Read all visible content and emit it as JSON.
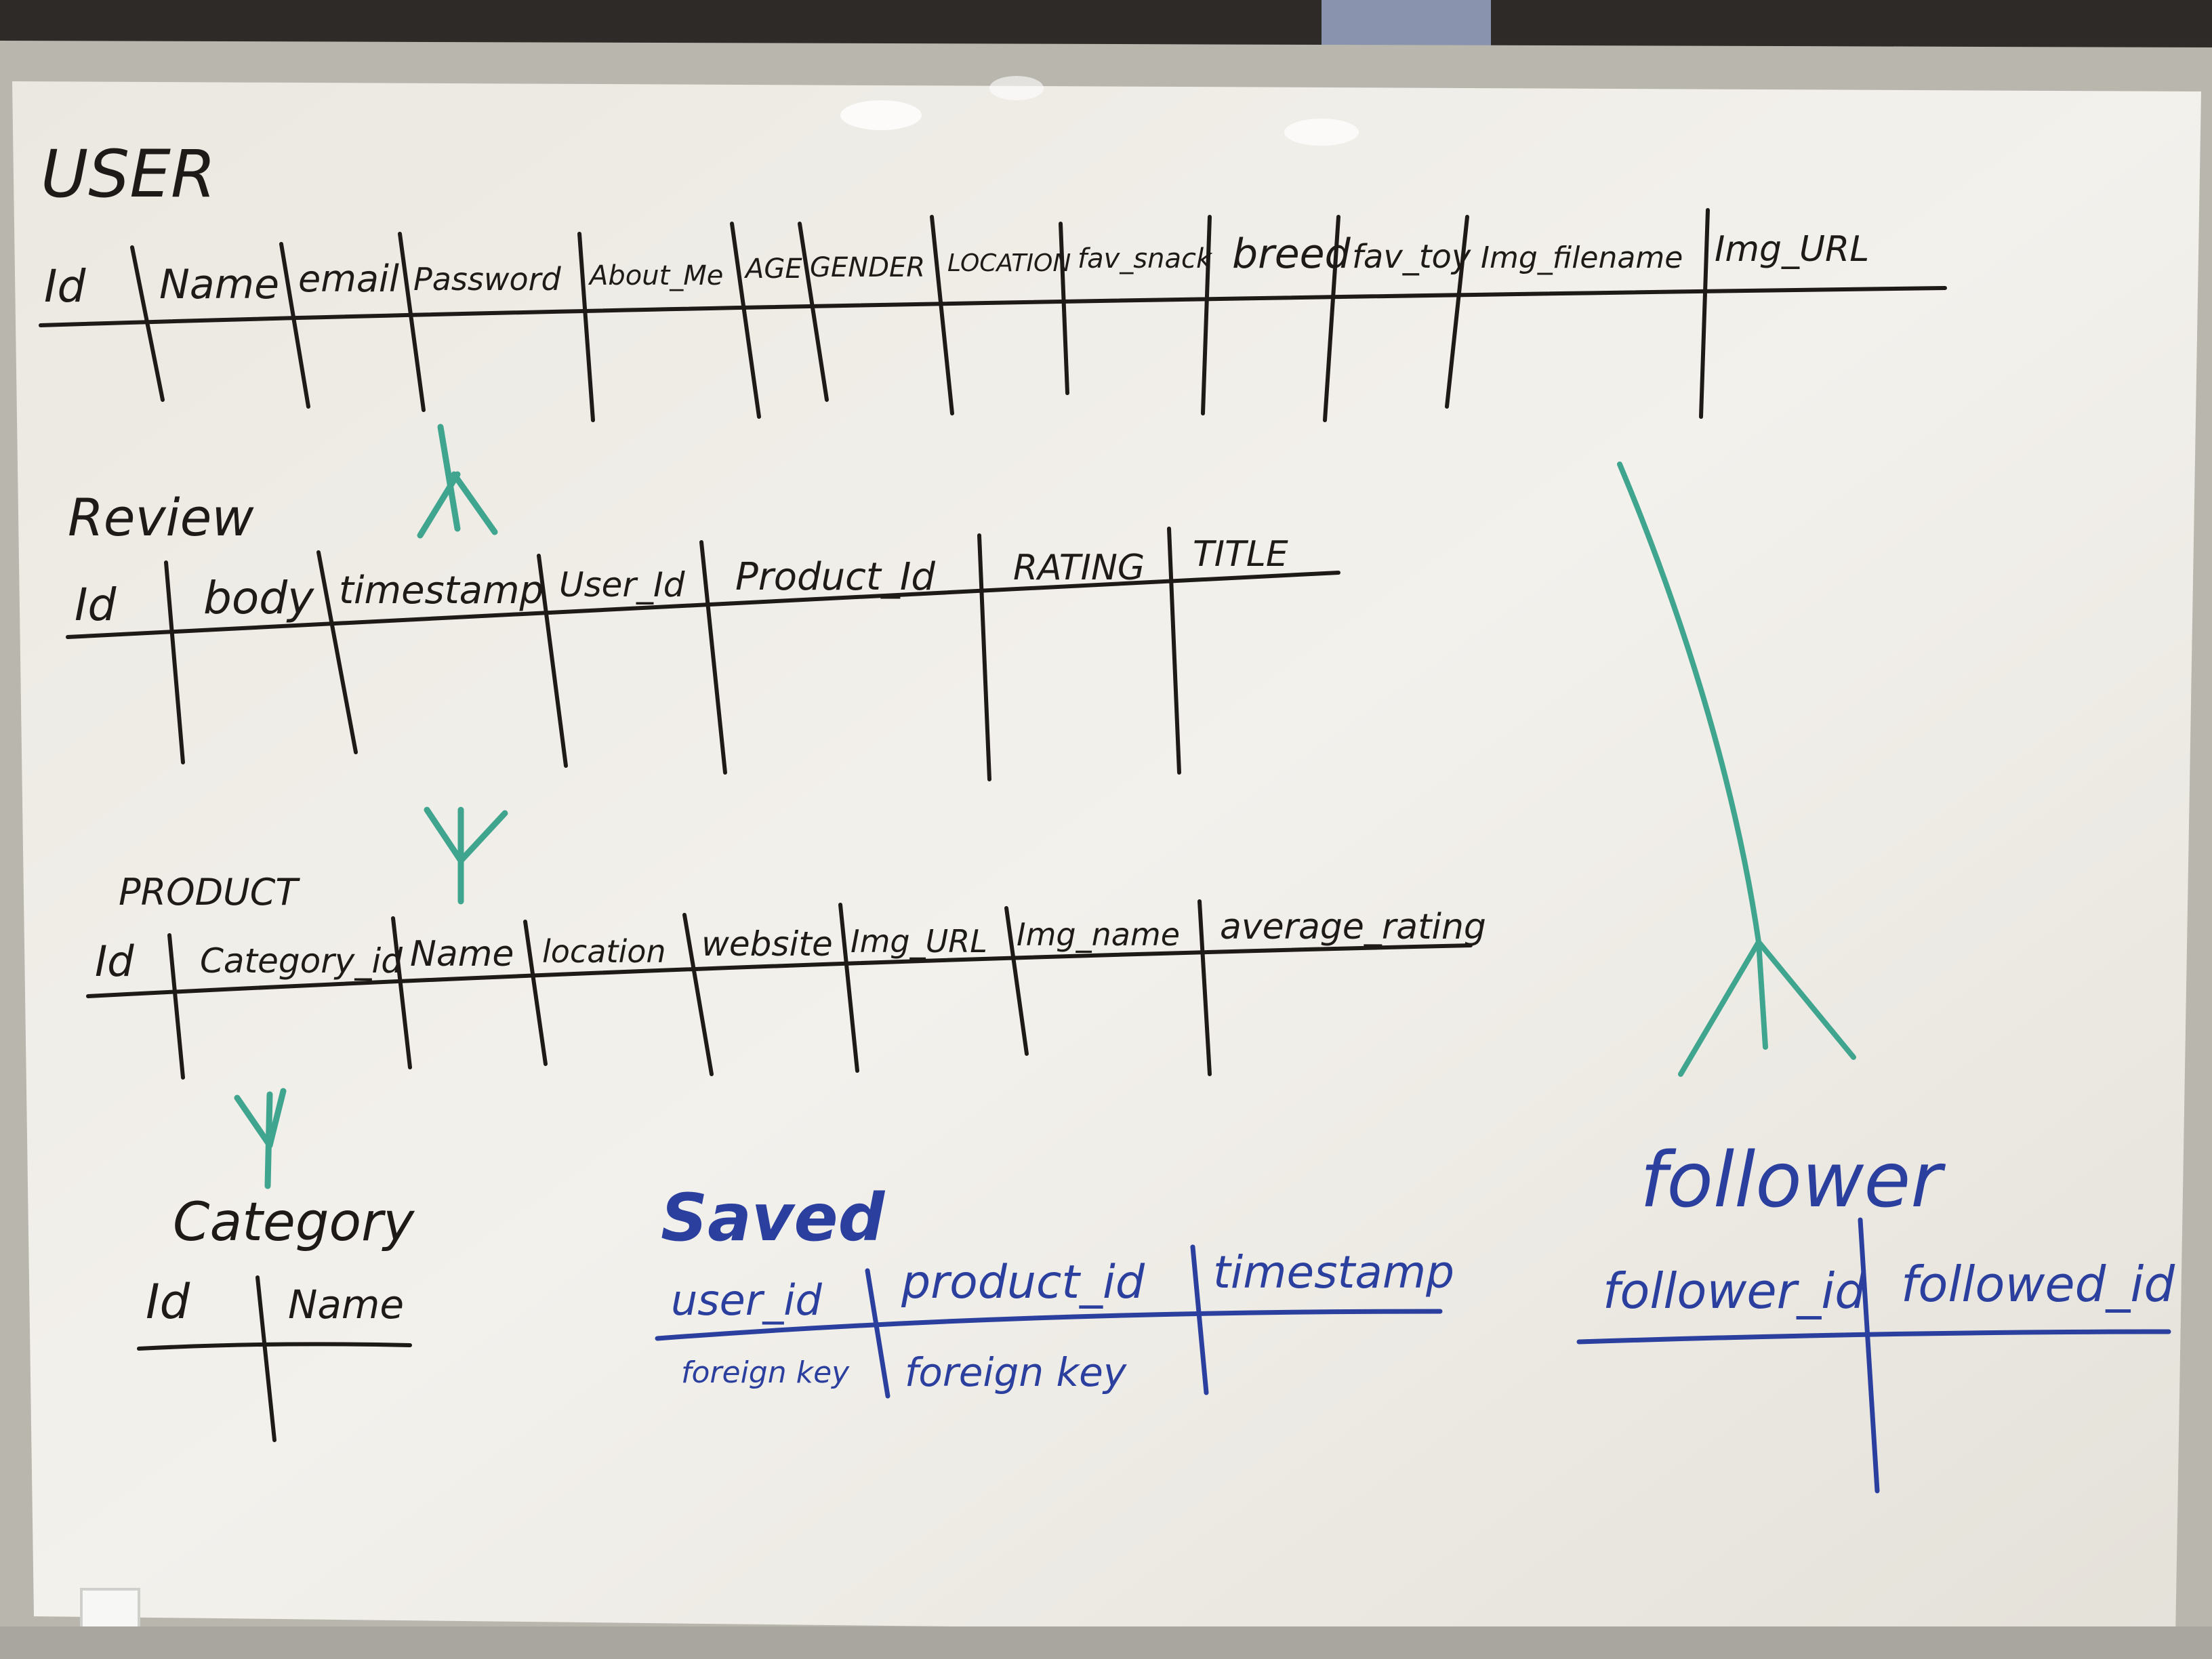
{
  "diagram": {
    "colors": {
      "ink_black": "#1d1a17",
      "ink_teal": "#3fa58e",
      "ink_blue": "#2b3f9e",
      "board": "#f2efe8",
      "frame": "#b9b6ae"
    },
    "tables": {
      "user": {
        "title": "USER",
        "columns": [
          "Id",
          "Name",
          "email",
          "Password",
          "About_Me",
          "AGE",
          "GENDER",
          "LOCATION",
          "fav_snack",
          "breed",
          "fav_toy",
          "Img_filename",
          "Img_URL"
        ]
      },
      "review": {
        "title": "Review",
        "columns": [
          "Id",
          "body",
          "timestamp",
          "User_Id",
          "Product_Id",
          "RATING",
          "TITLE"
        ]
      },
      "product": {
        "title": "PRODUCT",
        "columns": [
          "Id",
          "Category_id",
          "Name",
          "location",
          "website",
          "Img_URL",
          "Img_name",
          "average_rating"
        ]
      },
      "category": {
        "title": "Category",
        "columns": [
          "Id",
          "Name"
        ]
      },
      "saved": {
        "title": "Saved",
        "columns": [
          "user_id",
          "product_id",
          "timestamp"
        ],
        "notes": [
          "foreign key",
          "foreign key"
        ]
      },
      "follower": {
        "title": "follower",
        "columns": [
          "follower_id",
          "followed_id"
        ]
      }
    },
    "relationships": [
      {
        "from": "user",
        "to": "review",
        "type": "one-to-many"
      },
      {
        "from": "review",
        "to": "product",
        "type": "many-to-one"
      },
      {
        "from": "product",
        "to": "category",
        "type": "many-to-one"
      },
      {
        "from": "user",
        "to": "follower",
        "type": "one-to-many"
      }
    ]
  }
}
